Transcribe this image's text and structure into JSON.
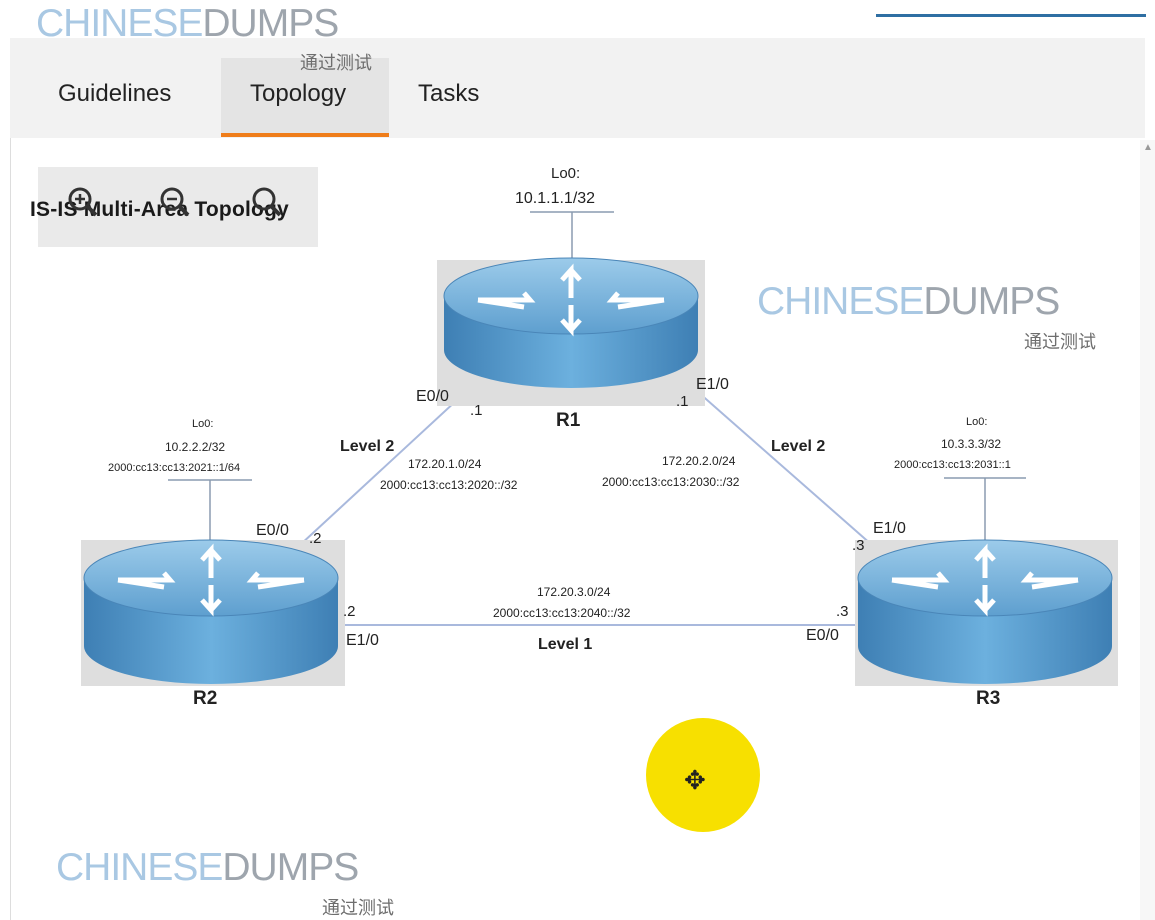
{
  "watermark": {
    "word_a": "CHINESE",
    "word_b": "DUMPS",
    "sub": "通过测试"
  },
  "tabs": [
    {
      "label": "Guidelines",
      "active": false
    },
    {
      "label": "Topology",
      "active": true
    },
    {
      "label": "Tasks",
      "active": false
    }
  ],
  "zoom_controls": [
    "zoom-in-icon",
    "zoom-out-icon",
    "zoom-reset-icon"
  ],
  "diagram": {
    "title": "IS-IS Multi-Area Topology",
    "routers": {
      "r1": {
        "name": "R1",
        "loopback_label": "Lo0:",
        "loopback_v4": "10.1.1.1/32"
      },
      "r2": {
        "name": "R2",
        "loopback_label": "Lo0:",
        "loopback_v4": "10.2.2.2/32",
        "loopback_v6": "2000:cc13:cc13:2021::1/64"
      },
      "r3": {
        "name": "R3",
        "loopback_label": "Lo0:",
        "loopback_v4": "10.3.3.3/32",
        "loopback_v6": "2000:cc13:cc13:2031::1"
      }
    },
    "links": {
      "r1_r2": {
        "level": "Level 2",
        "net_v4": "172.20.1.0/24",
        "net_v6": "2000:cc13:cc13:2020::/32",
        "r1_if": "E0/0",
        "r1_host": ".1",
        "r2_if": "E0/0",
        "r2_host": ".2"
      },
      "r1_r3": {
        "level": "Level 2",
        "net_v4": "172.20.2.0/24",
        "net_v6": "2000:cc13:cc13:2030::/32",
        "r1_if": "E1/0",
        "r1_host": ".1",
        "r3_if": "E1/0",
        "r3_host": ".3"
      },
      "r2_r3": {
        "level": "Level 1",
        "net_v4": "172.20.3.0/24",
        "net_v6": "2000:cc13:cc13:2040::/32",
        "r2_if": "E1/0",
        "r2_host": ".2",
        "r3_if": "E0/0",
        "r3_host": ".3"
      }
    }
  },
  "colors": {
    "accent_tab": "#ef7d1a",
    "router_blue": "#5a9ccd",
    "link_line": "#a9b9dd",
    "cursor_highlight": "#f7e000"
  },
  "cursor_icon": "move-cursor-icon"
}
